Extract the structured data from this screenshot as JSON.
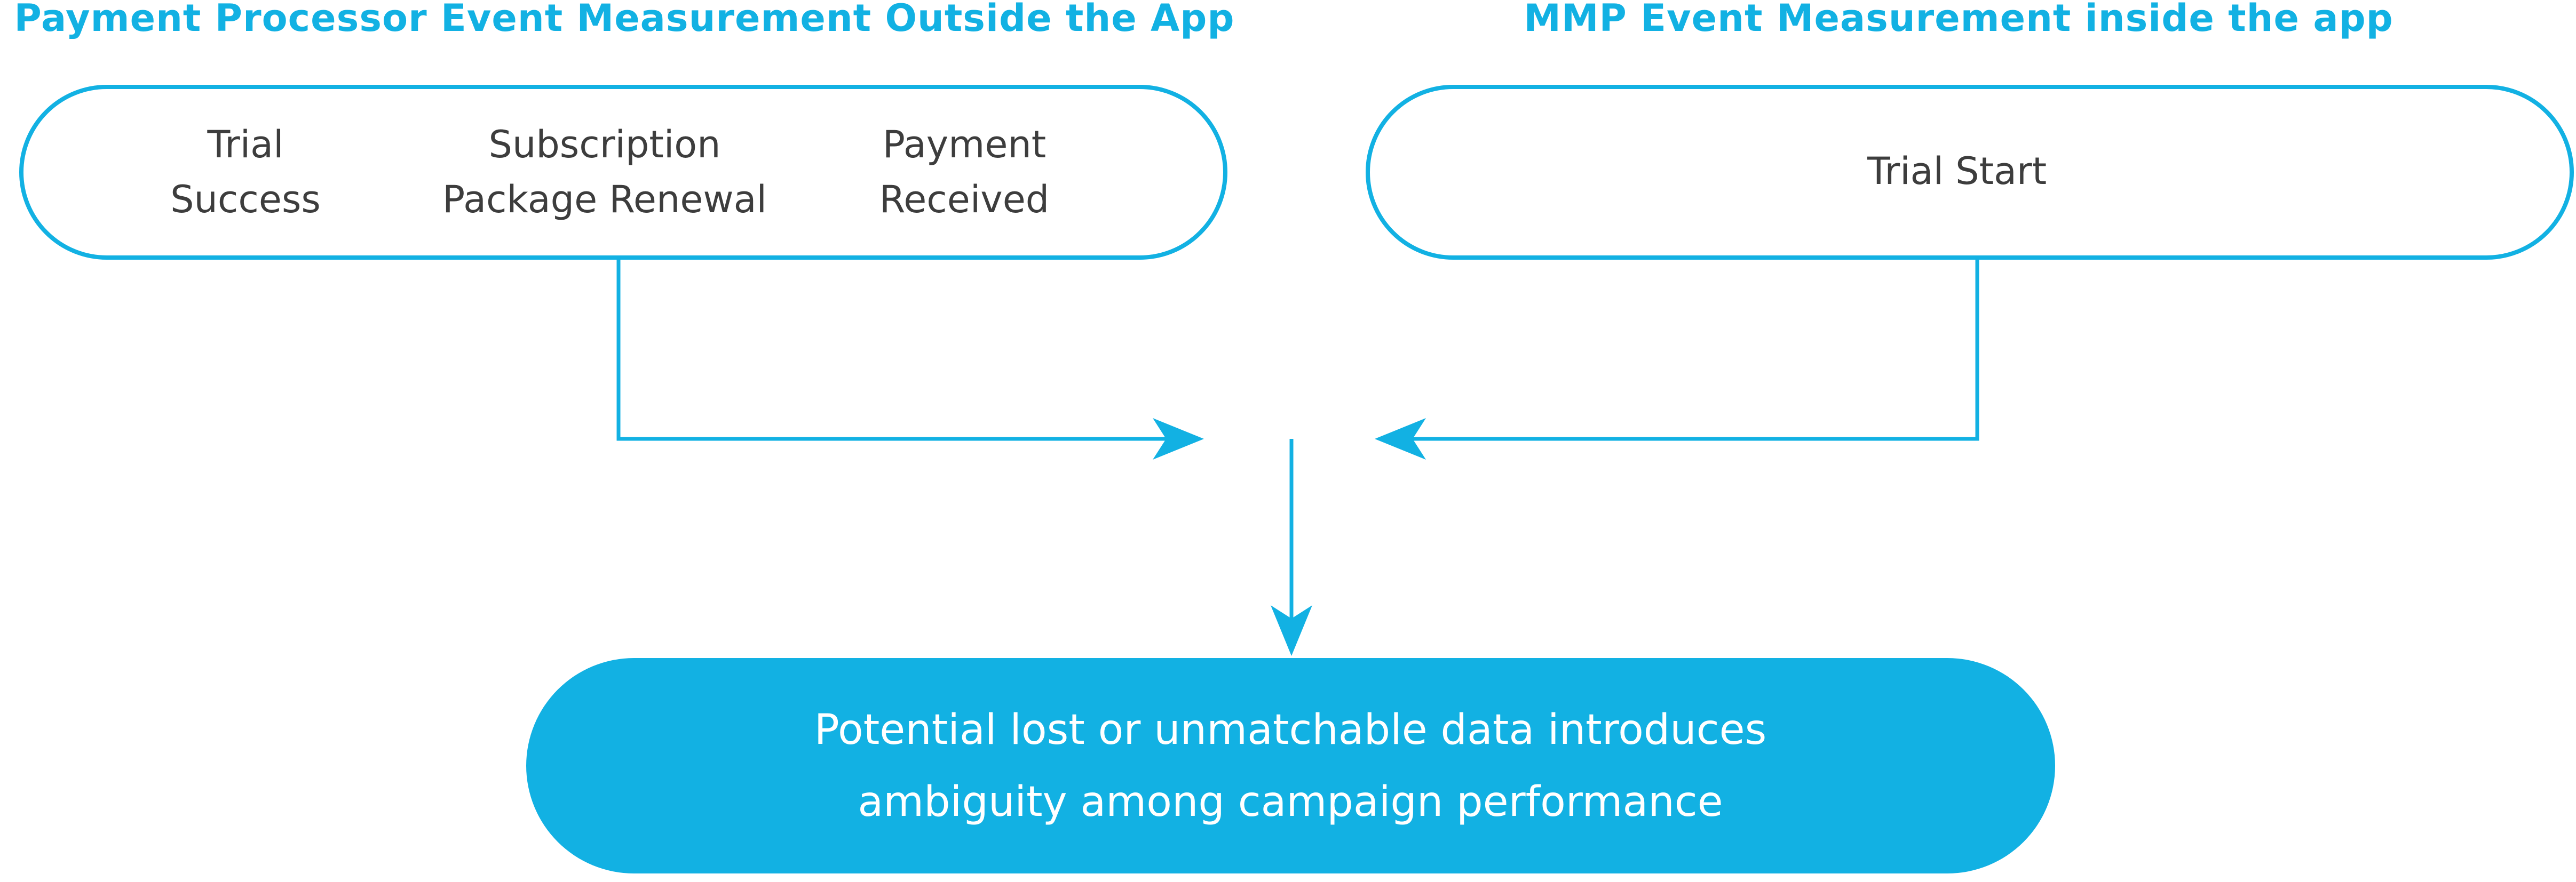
{
  "colors": {
    "accent": "#12b1e3",
    "text": "#3d3d3d",
    "result_text": "#ffffff",
    "background": "#ffffff"
  },
  "left_group": {
    "heading": "Payment Processor Event Measurement Outside the App",
    "events": [
      {
        "line1": "Trial",
        "line2": "Success"
      },
      {
        "line1": "Subscription",
        "line2": "Package Renewal"
      },
      {
        "line1": "Payment",
        "line2": "Received"
      }
    ]
  },
  "right_group": {
    "heading": "MMP Event Measurement inside the app",
    "event": "Trial Start"
  },
  "result": {
    "line1": "Potential lost or unmatchable data introduces",
    "line2": "ambiguity among campaign performance"
  }
}
